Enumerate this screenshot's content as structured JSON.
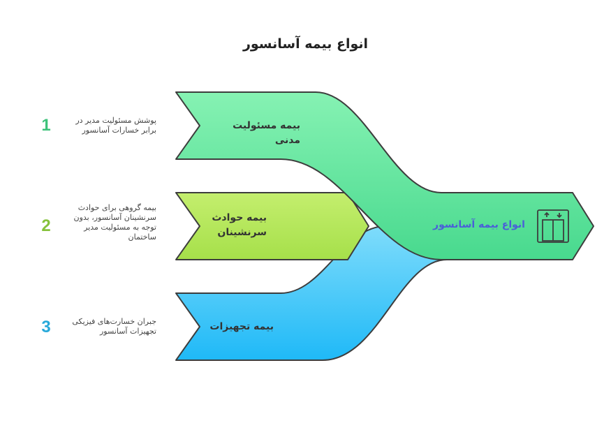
{
  "title": "انواع بیمه آسانسور",
  "center": {
    "label": "انواع بیمه آسانسور",
    "icon": "elevator-icon",
    "color": "#4fe096"
  },
  "items": [
    {
      "number": "1",
      "label": "بیمه مسئولیت مدنی",
      "description": "پوشش مسئولیت مدیر در برابر خسارات آسانسور",
      "color": "#77eea9",
      "number_color": "#3ec27a"
    },
    {
      "number": "2",
      "label": "بیمه حوادث سرنشینان",
      "description": "بیمه گروهی برای حوادث سرنشینان آسانسور، بدون توجه به مسئولیت مدیر ساختمان",
      "color": "#b5ea5a",
      "number_color": "#86c23c"
    },
    {
      "number": "3",
      "label": "بیمه تجهیزات",
      "description": "جبران خسارت‌های فیزیکی تجهیزات آسانسور",
      "color": "#3cc6f6",
      "number_color": "#28a9d9"
    }
  ]
}
